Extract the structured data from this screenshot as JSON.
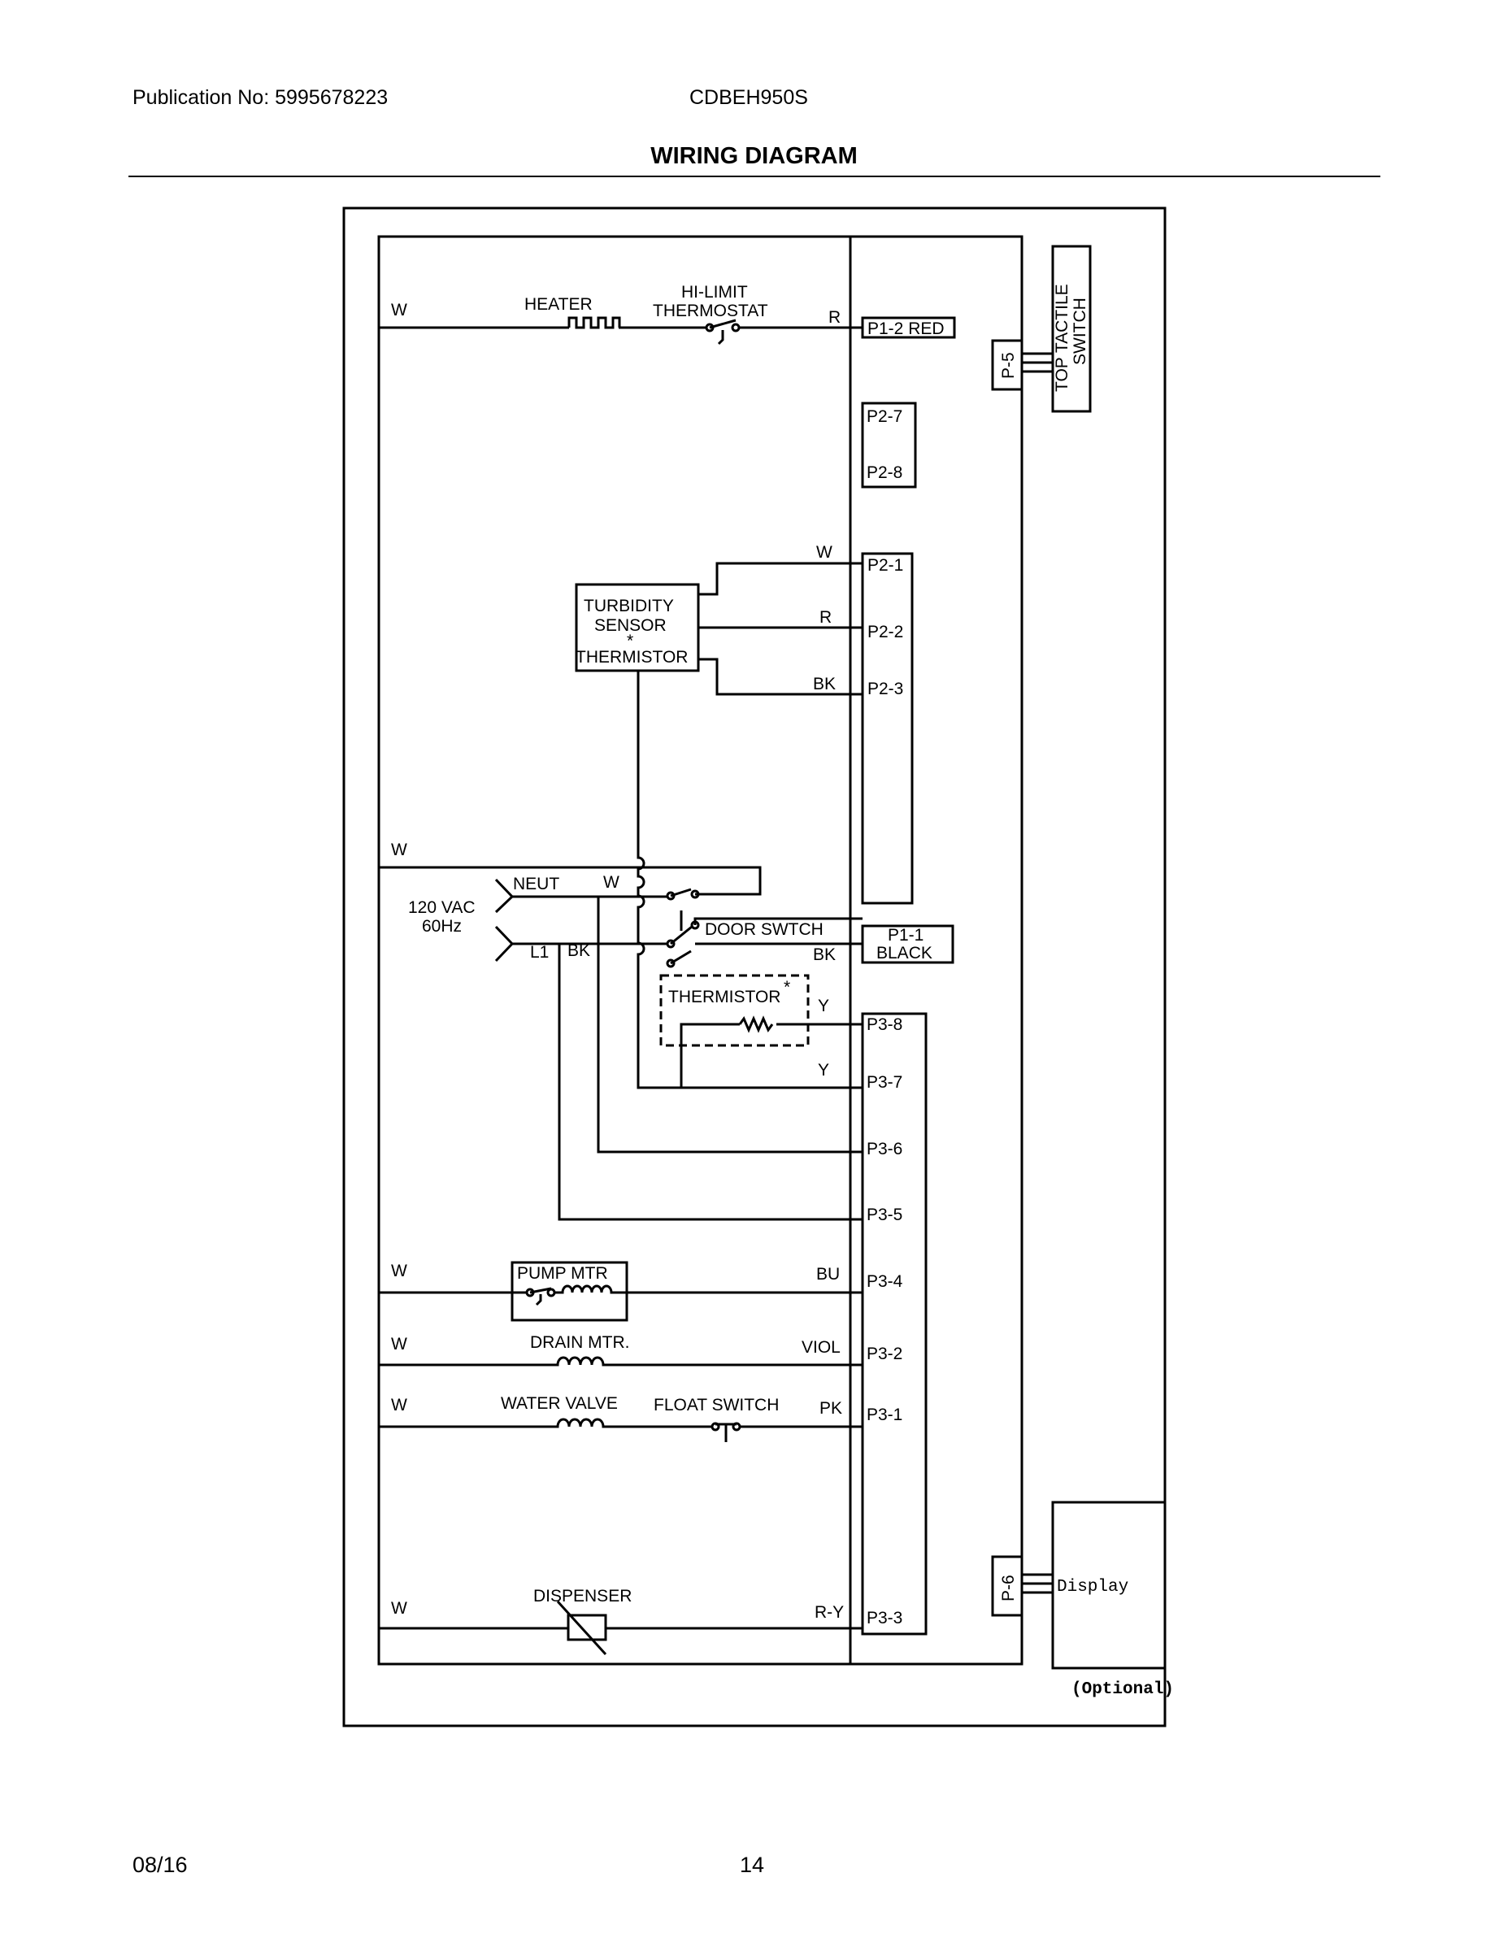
{
  "header": {
    "publication": "Publication No: 5995678223",
    "model": "CDBEH950S",
    "title": "WIRING DIAGRAM"
  },
  "footer": {
    "date": "08/16",
    "page": "14"
  },
  "labels": {
    "w": "W",
    "r": "R",
    "bk": "BK",
    "y": "Y",
    "bu": "BU",
    "viol": "VIOL",
    "pk": "PK",
    "ry": "R-Y",
    "l1": "L1",
    "heater": "HEATER",
    "hilimit1": "HI-LIMIT",
    "hilimit2": "THERMOSTAT",
    "turb1": "TURBIDITY",
    "turb2": "SENSOR",
    "turb3": "*",
    "turb4": "THERMISTOR",
    "neut": "NEUT",
    "vac1": "120 VAC",
    "vac2": "60Hz",
    "door": "DOOR SWTCH",
    "thermistor": "THERMISTOR",
    "star": "*",
    "pump": "PUMP MTR",
    "drain": "DRAIN MTR.",
    "valve": "WATER VALVE",
    "float": "FLOAT SWITCH",
    "dispenser": "DISPENSER",
    "top_switch1": "TOP TACTILE",
    "top_switch2": "SWITCH",
    "p5": "P-5",
    "p6": "P-6",
    "display": "Display",
    "optional": "(Optional)"
  },
  "connectors": {
    "p12": "P1-2 RED",
    "p27": "P2-7",
    "p28": "P2-8",
    "p21": "P2-1",
    "p22": "P2-2",
    "p23": "P2-3",
    "p11a": "P1-1",
    "p11b": "BLACK",
    "p38": "P3-8",
    "p37": "P3-7",
    "p36": "P3-6",
    "p35": "P3-5",
    "p34": "P3-4",
    "p32": "P3-2",
    "p31": "P3-1",
    "p33": "P3-3"
  }
}
